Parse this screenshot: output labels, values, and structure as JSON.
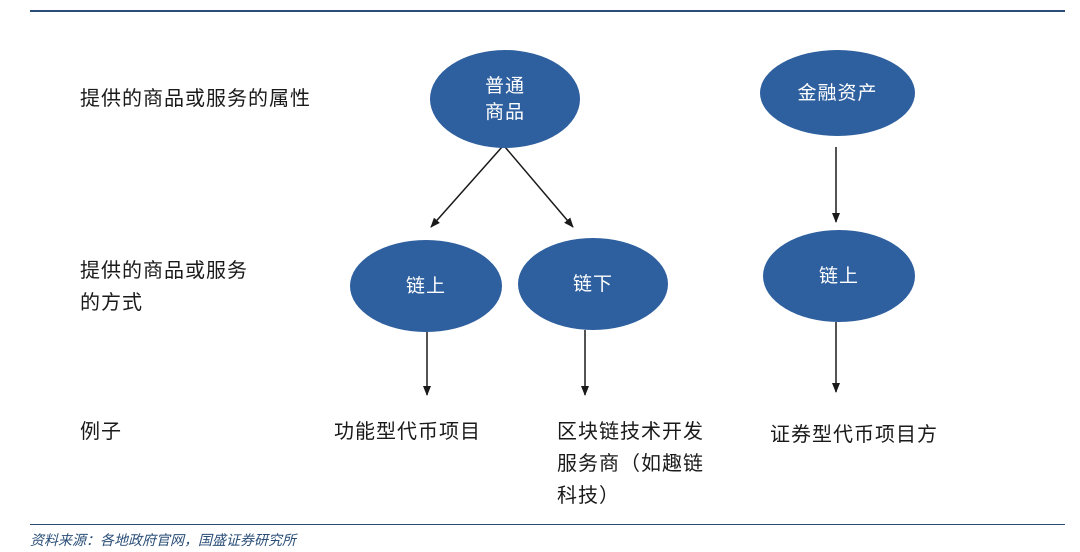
{
  "colors": {
    "ellipse_fill": "#2e5f9e",
    "rule": "#2a4e78",
    "arrow": "#1a1a1a"
  },
  "row_labels": {
    "attribute": "提供的商品或服务的属性",
    "method_line1": "提供的商品或服务",
    "method_line2": "的方式",
    "example": "例子"
  },
  "nodes": {
    "ordinary_goods_line1": "普通",
    "ordinary_goods_line2": "商品",
    "financial_assets": "金融资产",
    "on_chain_left": "链上",
    "off_chain": "链下",
    "on_chain_right": "链上"
  },
  "examples": {
    "utility_token": "功能型代币项目",
    "blockchain_dev_line1": "区块链技术开发",
    "blockchain_dev_line2": "服务商（如趣链",
    "blockchain_dev_line3": "科技）",
    "security_token": "证券型代币项目方"
  },
  "source": "资料来源：各地政府官网，国盛证券研究所"
}
